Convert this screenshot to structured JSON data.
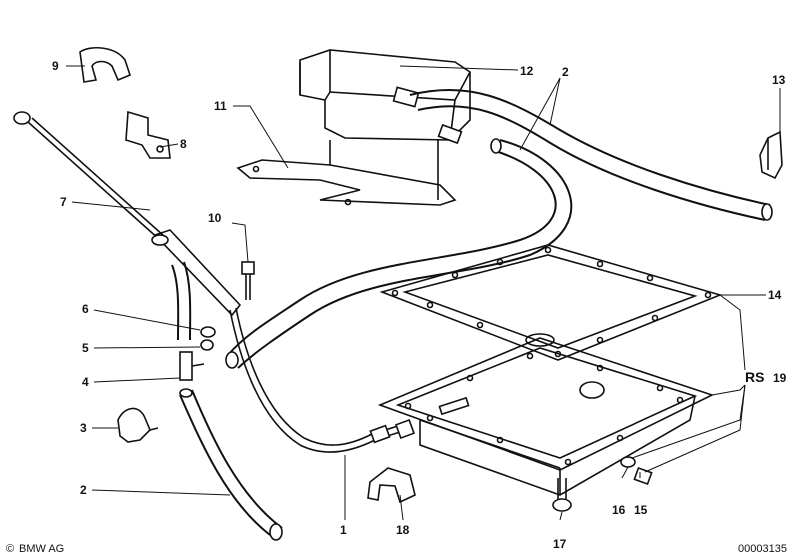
{
  "callouts": {
    "c1": "1",
    "c2a": "2",
    "c2b": "2",
    "c3": "3",
    "c4": "4",
    "c5": "5",
    "c6": "6",
    "c7": "7",
    "c8": "8",
    "c9": "9",
    "c10": "10",
    "c11": "11",
    "c12": "12",
    "c13": "13",
    "c14": "14",
    "c15": "15",
    "c16": "16",
    "c17": "17",
    "c18": "18",
    "rs": "RS",
    "rs_num": "19"
  },
  "footer": {
    "brand_symbol": "©",
    "brand": "BMW AG",
    "diagram_id": "00003135"
  }
}
